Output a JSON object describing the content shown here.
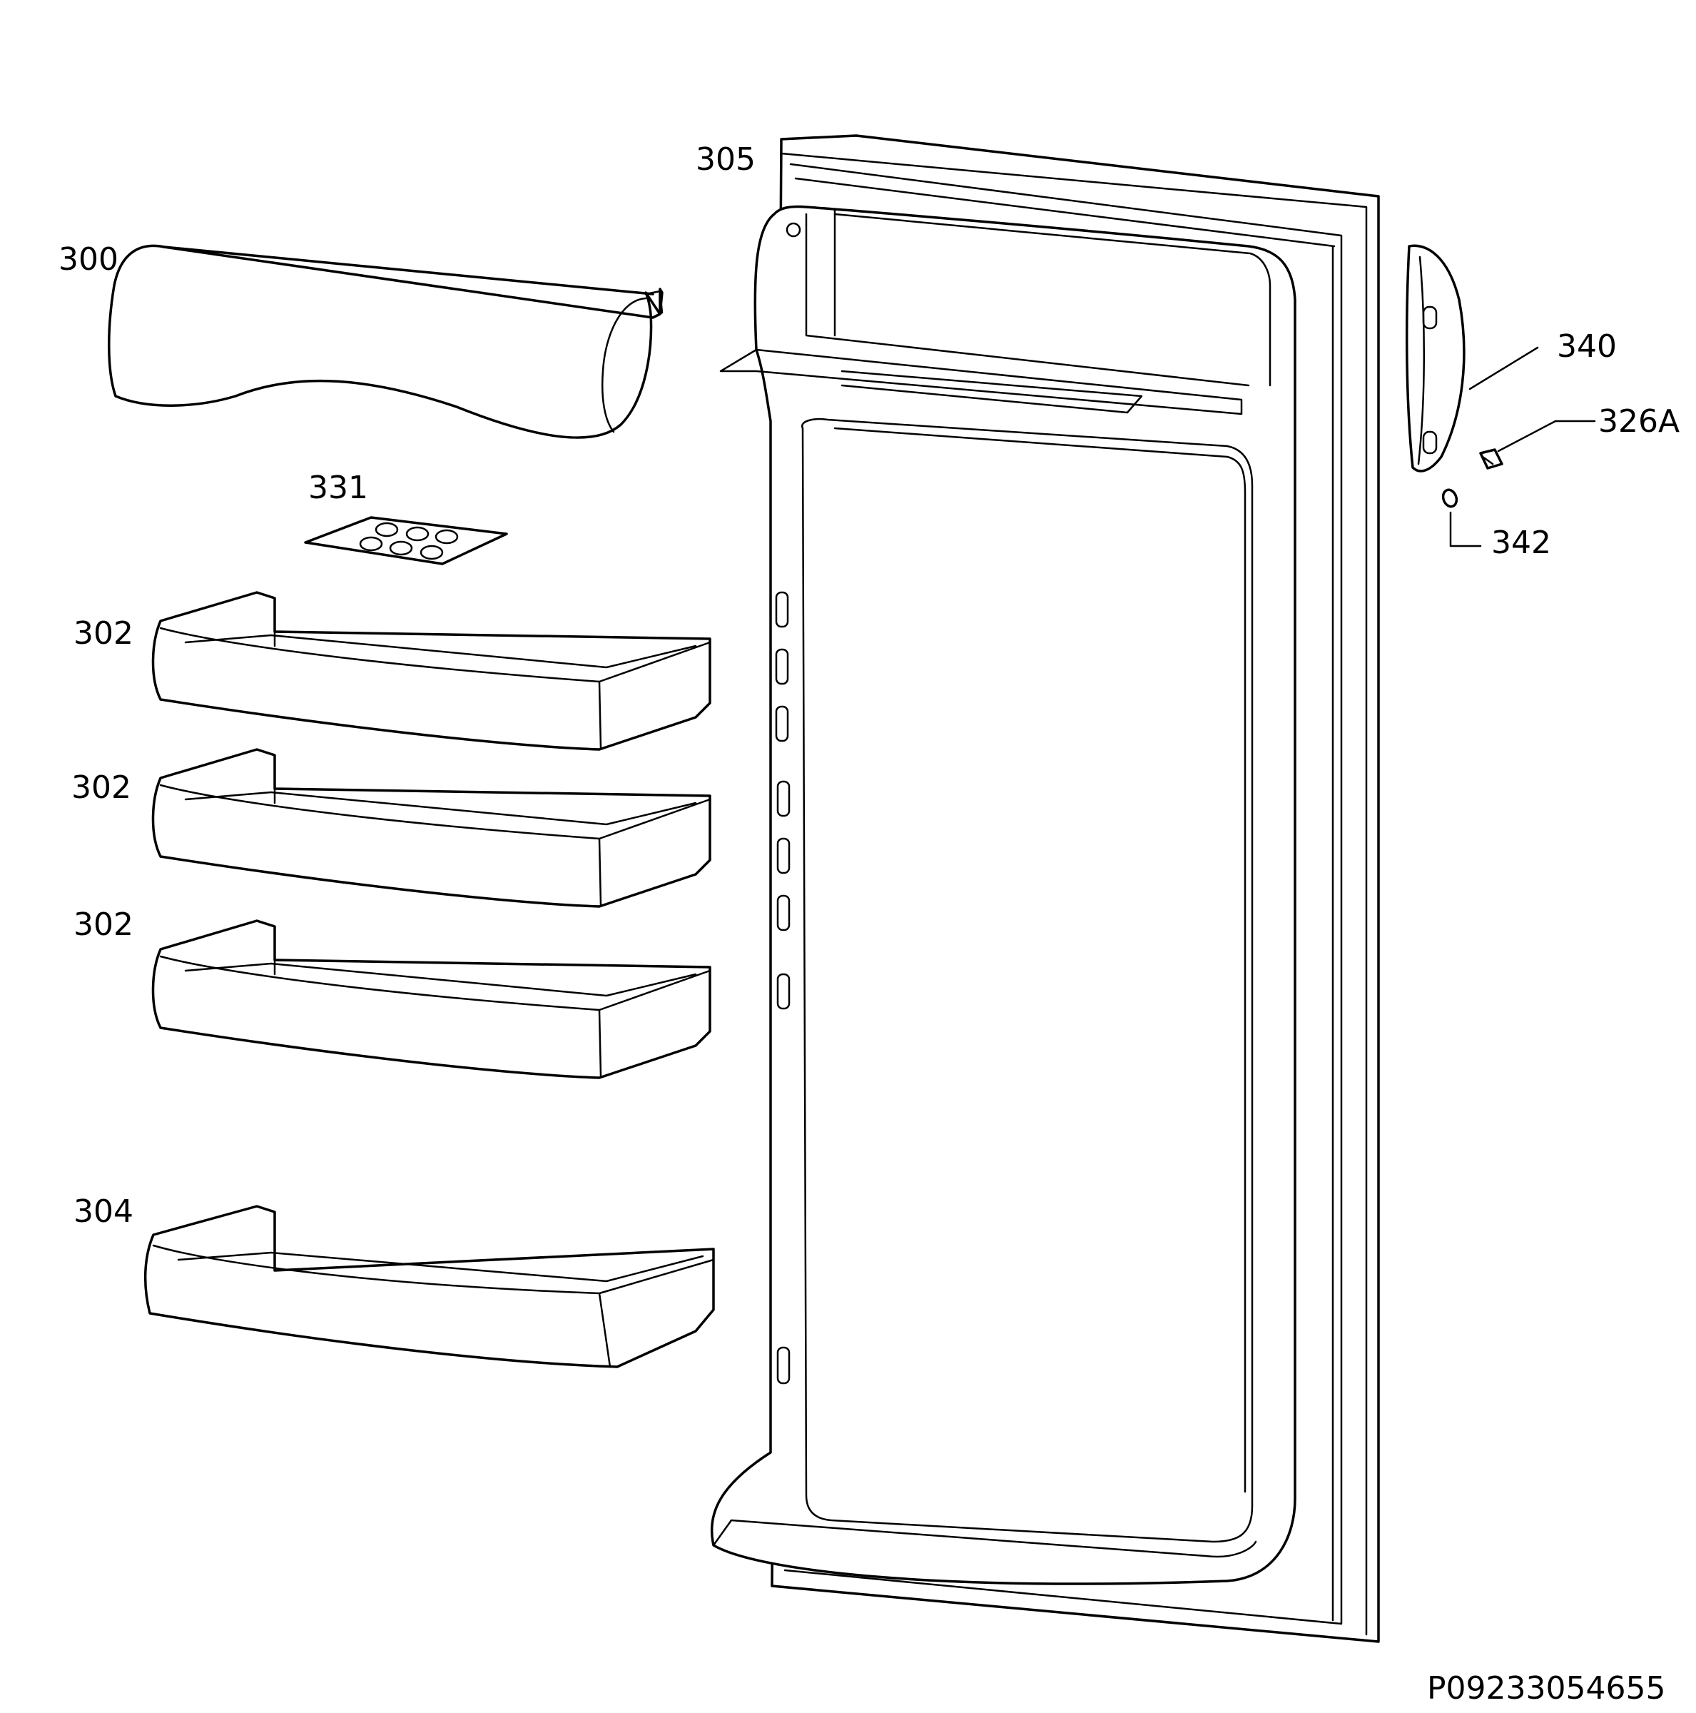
{
  "labels": {
    "p300": "300",
    "p331": "331",
    "p302a": "302",
    "p302b": "302",
    "p302c": "302",
    "p304": "304",
    "p305": "305",
    "p340": "340",
    "p326a": "326A",
    "p342": "342"
  },
  "drawing_code": "P09233054655"
}
